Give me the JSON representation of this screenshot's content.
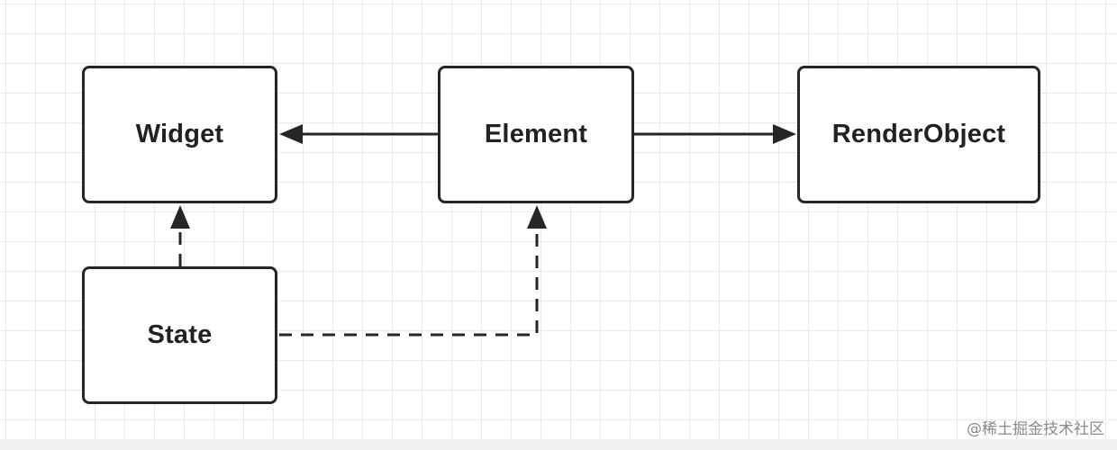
{
  "nodes": {
    "widget": "Widget",
    "element": "Element",
    "render_object": "RenderObject",
    "state": "State"
  },
  "edges": [
    {
      "from": "Element",
      "to": "Widget",
      "style": "solid"
    },
    {
      "from": "Element",
      "to": "RenderObject",
      "style": "solid"
    },
    {
      "from": "State",
      "to": "Widget",
      "style": "dashed"
    },
    {
      "from": "State",
      "to": "Element",
      "style": "dashed"
    }
  ],
  "watermark": "@稀土掘金技术社区",
  "colors": {
    "stroke": "#262626",
    "grid": "#e9e9e9",
    "background": "#ffffff",
    "text": "#222222",
    "watermark": "#8a8a8a"
  }
}
